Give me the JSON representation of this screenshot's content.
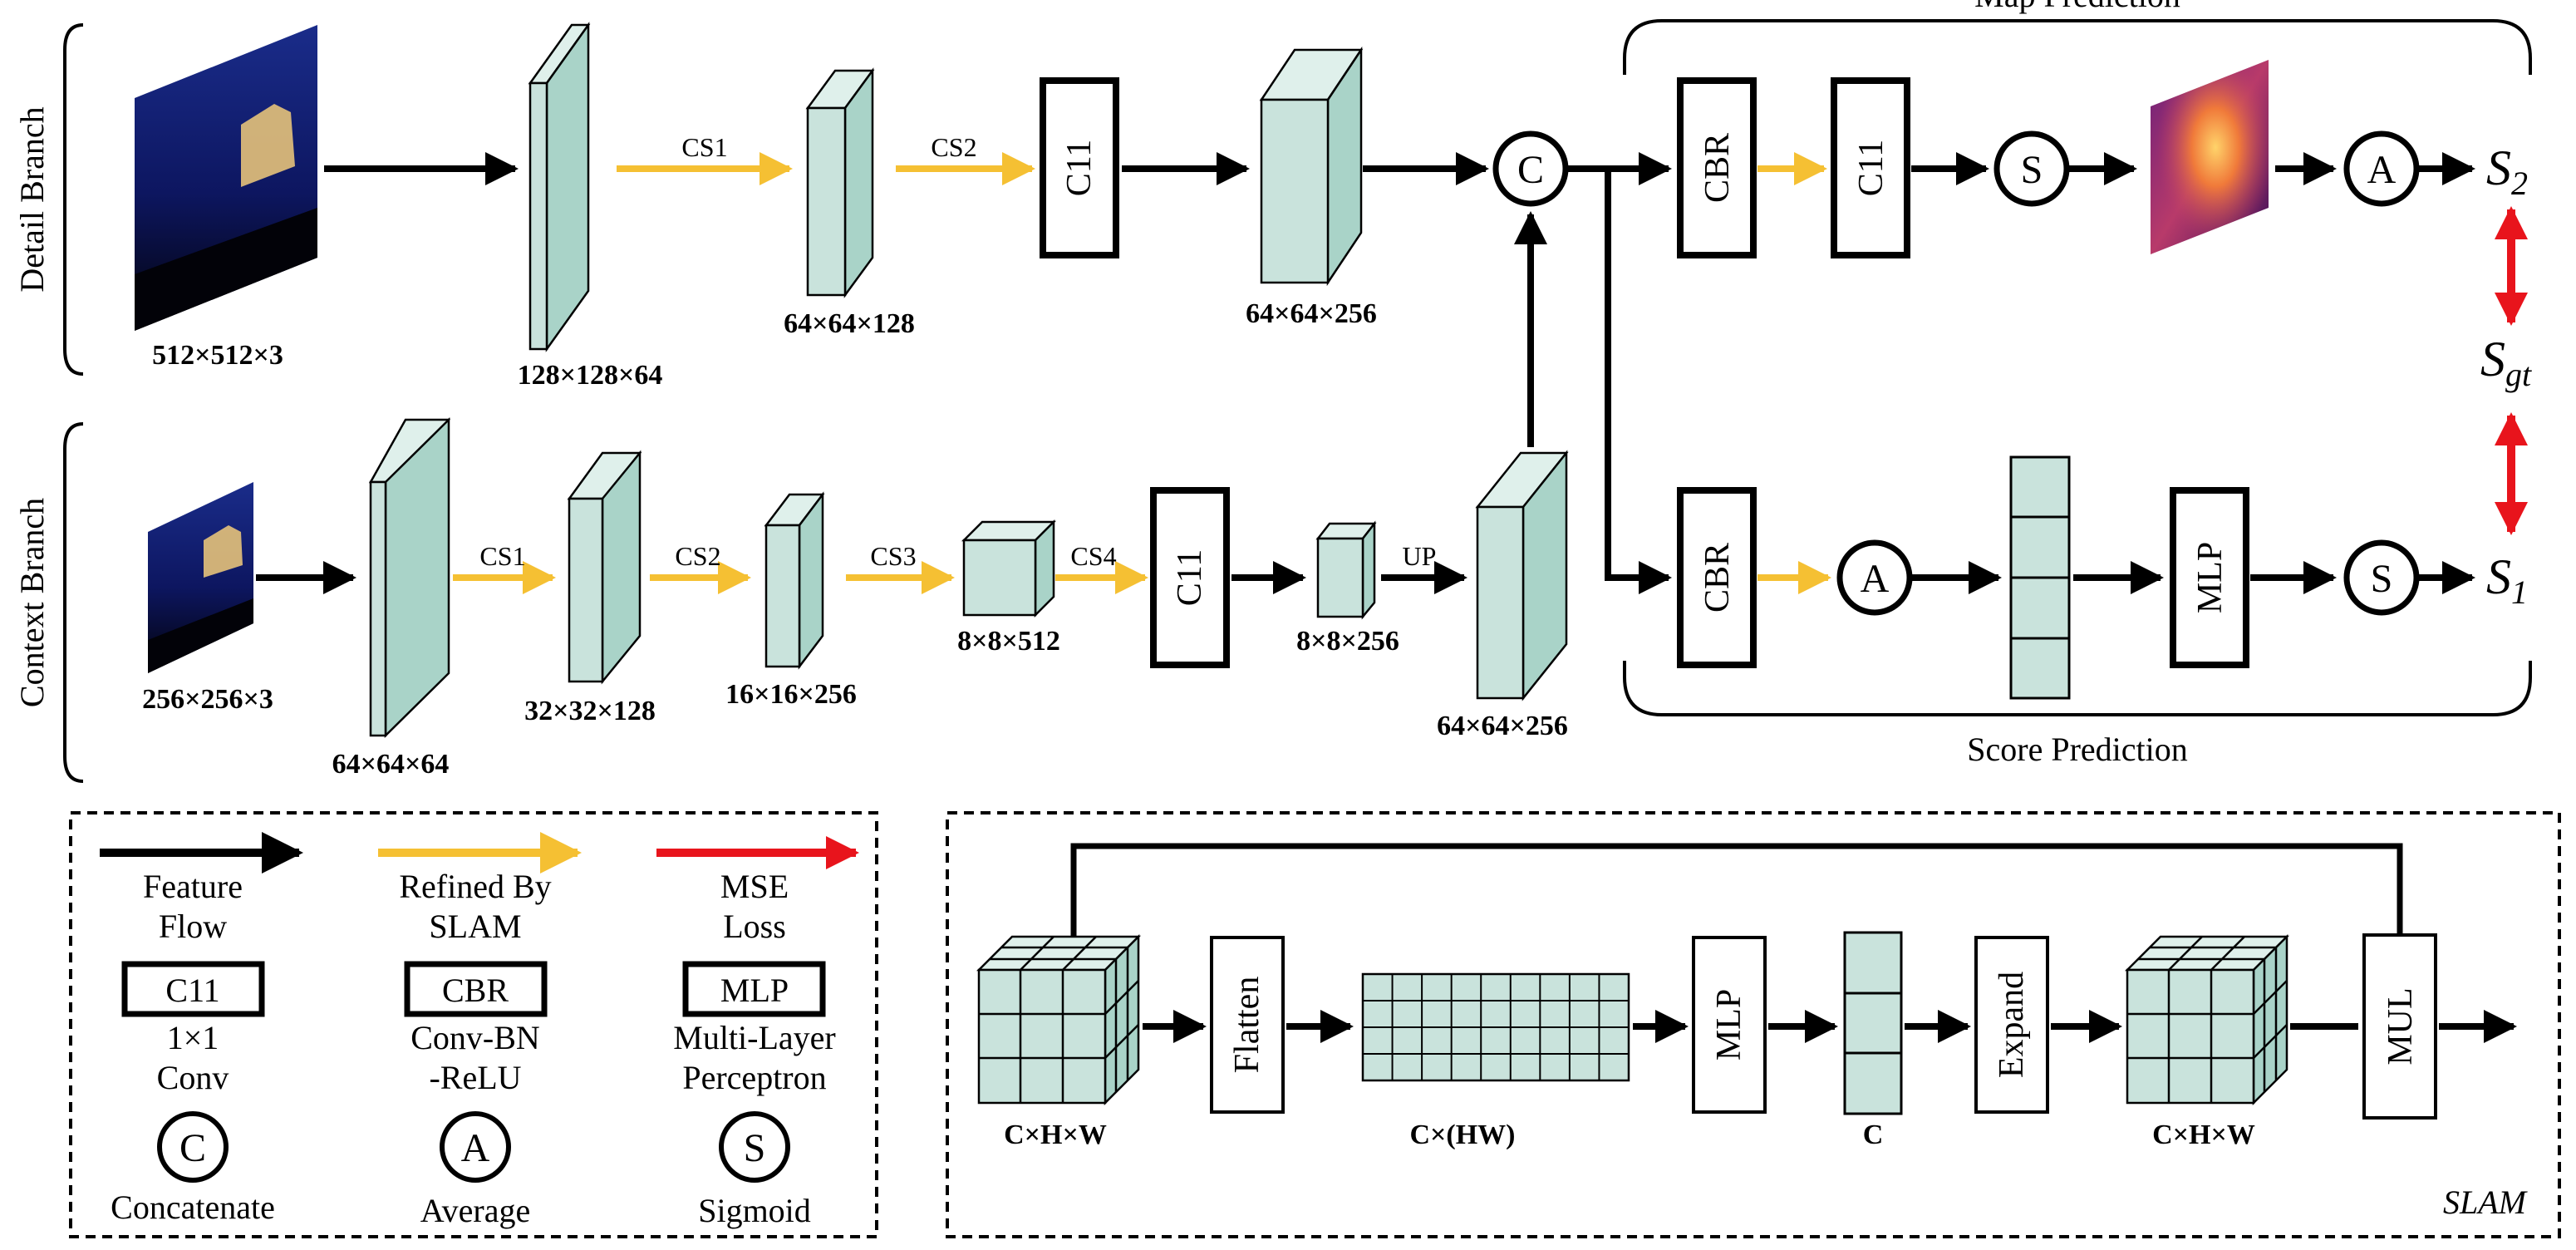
{
  "branches": {
    "detail": "Detail Branch",
    "context": "Context Branch"
  },
  "headers": {
    "map_prediction": "Map Prediction",
    "score_prediction": "Score Prediction"
  },
  "detail": {
    "input_dim": "512×512×3",
    "f1_dim": "128×128×64",
    "f2_dim": "64×64×128",
    "f3_dim": "64×64×256",
    "cs1": "CS1",
    "cs2": "CS2",
    "c11": "C11"
  },
  "context": {
    "input_dim": "256×256×3",
    "f1_dim": "64×64×64",
    "f2_dim": "32×32×128",
    "f3_dim": "16×16×256",
    "f4_dim": "8×8×512",
    "f5_dim": "8×8×256",
    "f6_dim": "64×64×256",
    "cs1": "CS1",
    "cs2": "CS2",
    "cs3": "CS3",
    "cs4": "CS4",
    "c11": "C11",
    "up": "UP"
  },
  "nodes": {
    "concat": "C",
    "cbr": "CBR",
    "c11": "C11",
    "sigmoid": "S",
    "average": "A",
    "mlp": "MLP"
  },
  "outputs": {
    "s2": "S",
    "s2_sub": "2",
    "sgt": "S",
    "sgt_sub": "gt",
    "s1": "S",
    "s1_sub": "1"
  },
  "legend": {
    "feature_flow": [
      "Feature",
      "Flow"
    ],
    "refined": [
      "Refined By",
      "SLAM"
    ],
    "mse": [
      "MSE",
      "Loss"
    ],
    "c11": "C11",
    "c11_desc": [
      "1×1",
      "Conv"
    ],
    "cbr": "CBR",
    "cbr_desc": [
      "Conv-BN",
      "-ReLU"
    ],
    "mlp": "MLP",
    "mlp_desc": [
      "Multi-Layer",
      "Perceptron"
    ],
    "c_sym": "C",
    "c_desc": "Concatenate",
    "a_sym": "A",
    "a_desc": "Average",
    "s_sym": "S",
    "s_desc": "Sigmoid"
  },
  "slam": {
    "title": "SLAM",
    "in_dim": "C×H×W",
    "flatten": "Flatten",
    "flat_dim": "C×(HW)",
    "mlp": "MLP",
    "vec_dim": "C",
    "expand": "Expand",
    "out_dim": "C×H×W",
    "mul": "MUL"
  },
  "colors": {
    "block_front": "#c9e3dc",
    "block_side": "#a9d3c8",
    "block_top": "#dff0eb",
    "feature_flow": "#000000",
    "refined": "#f5c033",
    "mse": "#e8141c"
  }
}
